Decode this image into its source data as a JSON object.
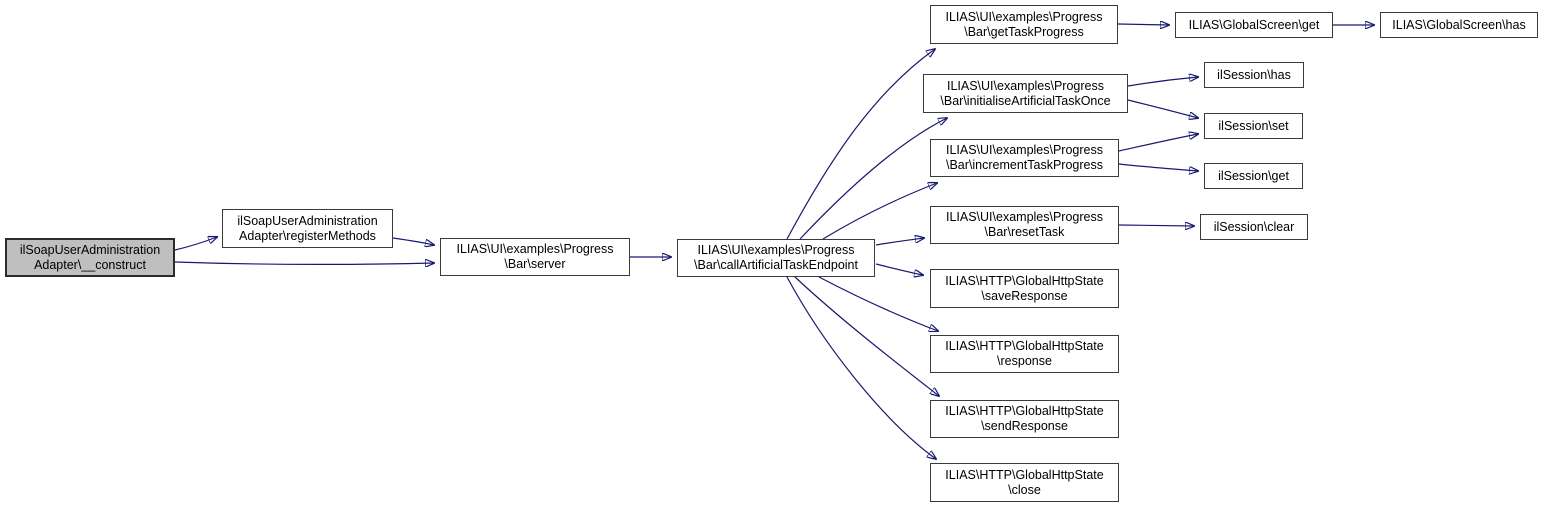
{
  "diagram": {
    "type": "call-graph",
    "colors": {
      "edge": "#191970",
      "node_fill": "#ffffff",
      "node_border": "#3a3a3a",
      "highlighted_node_fill": "#bfbfbf",
      "text": "#000000",
      "background": "#ffffff"
    },
    "nodes": [
      {
        "id": "construct",
        "highlighted": true,
        "lines": [
          "ilSoapUserAdministration",
          "Adapter\\__construct"
        ]
      },
      {
        "id": "register-methods",
        "highlighted": false,
        "lines": [
          "ilSoapUserAdministration",
          "Adapter\\registerMethods"
        ]
      },
      {
        "id": "server",
        "highlighted": false,
        "lines": [
          "ILIAS\\UI\\examples\\Progress",
          "\\Bar\\server"
        ]
      },
      {
        "id": "call-artificial-task-endpoint",
        "highlighted": false,
        "lines": [
          "ILIAS\\UI\\examples\\Progress",
          "\\Bar\\callArtificialTaskEndpoint"
        ]
      },
      {
        "id": "get-task-progress",
        "highlighted": false,
        "lines": [
          "ILIAS\\UI\\examples\\Progress",
          "\\Bar\\getTaskProgress"
        ]
      },
      {
        "id": "initialise-artificial-task-once",
        "highlighted": false,
        "lines": [
          "ILIAS\\UI\\examples\\Progress",
          "\\Bar\\initialiseArtificialTaskOnce"
        ]
      },
      {
        "id": "increment-task-progress",
        "highlighted": false,
        "lines": [
          "ILIAS\\UI\\examples\\Progress",
          "\\Bar\\incrementTaskProgress"
        ]
      },
      {
        "id": "reset-task",
        "highlighted": false,
        "lines": [
          "ILIAS\\UI\\examples\\Progress",
          "\\Bar\\resetTask"
        ]
      },
      {
        "id": "save-response",
        "highlighted": false,
        "lines": [
          "ILIAS\\HTTP\\GlobalHttpState",
          "\\saveResponse"
        ]
      },
      {
        "id": "response",
        "highlighted": false,
        "lines": [
          "ILIAS\\HTTP\\GlobalHttpState",
          "\\response"
        ]
      },
      {
        "id": "send-response",
        "highlighted": false,
        "lines": [
          "ILIAS\\HTTP\\GlobalHttpState",
          "\\sendResponse"
        ]
      },
      {
        "id": "close",
        "highlighted": false,
        "lines": [
          "ILIAS\\HTTP\\GlobalHttpState",
          "\\close"
        ]
      },
      {
        "id": "globalscreen-get",
        "highlighted": false,
        "lines": [
          "ILIAS\\GlobalScreen\\get"
        ]
      },
      {
        "id": "globalscreen-has",
        "highlighted": false,
        "lines": [
          "ILIAS\\GlobalScreen\\has"
        ]
      },
      {
        "id": "ilsession-has",
        "highlighted": false,
        "lines": [
          "ilSession\\has"
        ]
      },
      {
        "id": "ilsession-set",
        "highlighted": false,
        "lines": [
          "ilSession\\set"
        ]
      },
      {
        "id": "ilsession-get",
        "highlighted": false,
        "lines": [
          "ilSession\\get"
        ]
      },
      {
        "id": "ilsession-clear",
        "highlighted": false,
        "lines": [
          "ilSession\\clear"
        ]
      }
    ],
    "edges": [
      {
        "from": "construct",
        "to": "register-methods"
      },
      {
        "from": "construct",
        "to": "server"
      },
      {
        "from": "register-methods",
        "to": "server"
      },
      {
        "from": "server",
        "to": "call-artificial-task-endpoint"
      },
      {
        "from": "call-artificial-task-endpoint",
        "to": "get-task-progress"
      },
      {
        "from": "call-artificial-task-endpoint",
        "to": "initialise-artificial-task-once"
      },
      {
        "from": "call-artificial-task-endpoint",
        "to": "increment-task-progress"
      },
      {
        "from": "call-artificial-task-endpoint",
        "to": "reset-task"
      },
      {
        "from": "call-artificial-task-endpoint",
        "to": "save-response"
      },
      {
        "from": "call-artificial-task-endpoint",
        "to": "response"
      },
      {
        "from": "call-artificial-task-endpoint",
        "to": "send-response"
      },
      {
        "from": "call-artificial-task-endpoint",
        "to": "close"
      },
      {
        "from": "get-task-progress",
        "to": "globalscreen-get"
      },
      {
        "from": "globalscreen-get",
        "to": "globalscreen-has"
      },
      {
        "from": "initialise-artificial-task-once",
        "to": "ilsession-has"
      },
      {
        "from": "initialise-artificial-task-once",
        "to": "ilsession-set"
      },
      {
        "from": "increment-task-progress",
        "to": "ilsession-set"
      },
      {
        "from": "increment-task-progress",
        "to": "ilsession-get"
      },
      {
        "from": "reset-task",
        "to": "ilsession-clear"
      }
    ]
  }
}
